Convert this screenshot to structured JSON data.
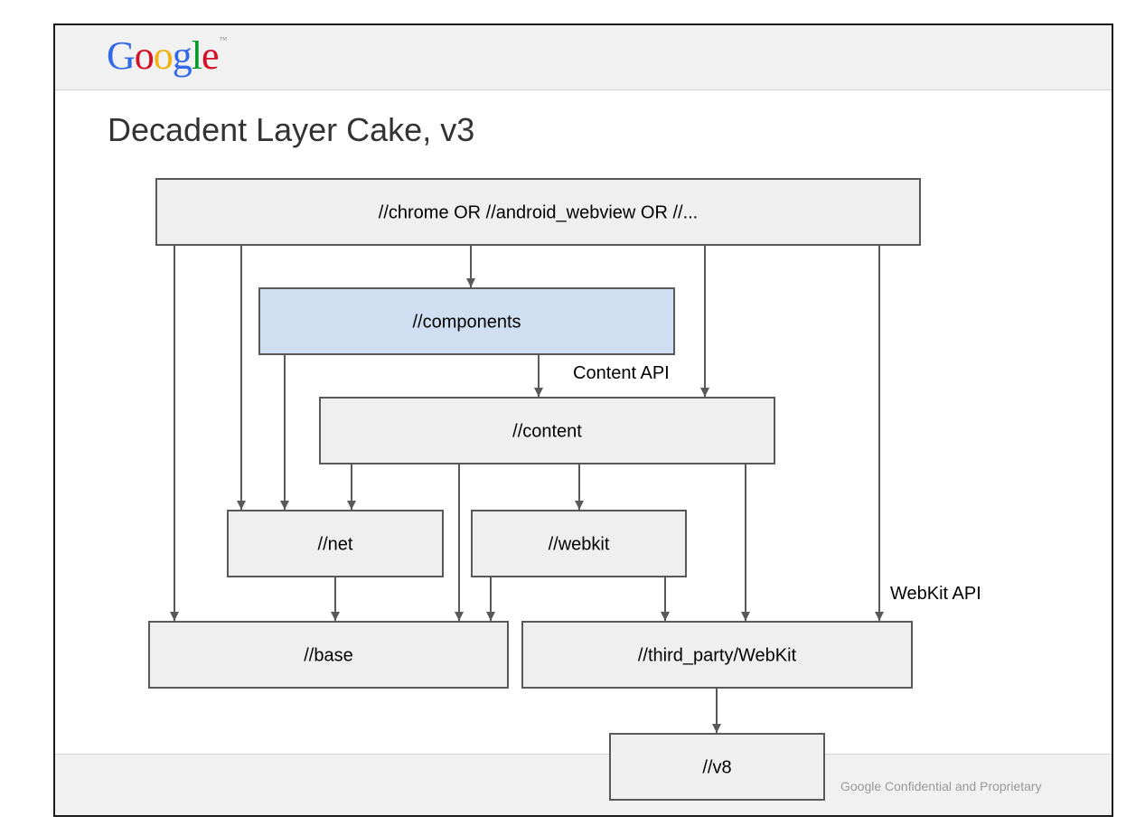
{
  "logo": {
    "letters": [
      "G",
      "o",
      "o",
      "g",
      "l",
      "e"
    ],
    "colors": [
      "#3369e8",
      "#d50f25",
      "#eeb211",
      "#3369e8",
      "#009925",
      "#d50f25"
    ],
    "trademark": "™"
  },
  "slide": {
    "title": "Decadent Layer Cake, v3"
  },
  "footer": {
    "text": "Google Confidential and Proprietary"
  },
  "colors": {
    "box_fill": "#efefef",
    "box_stroke": "#595959",
    "highlight_fill": "#cfdef0",
    "arrow": "#595959"
  },
  "diagram": {
    "nodes": {
      "chrome": {
        "label": "//chrome OR //android_webview OR //..."
      },
      "components": {
        "label": "//components",
        "highlight": true
      },
      "content": {
        "label": "//content"
      },
      "net": {
        "label": "//net"
      },
      "webkit": {
        "label": "//webkit"
      },
      "base": {
        "label": "//base"
      },
      "third_party": {
        "label": "//third_party/WebKit"
      },
      "v8": {
        "label": "//v8"
      }
    },
    "annotations": {
      "content_api": "Content API",
      "webkit_api": "WebKit API"
    },
    "edges": [
      {
        "from": "chrome",
        "to": "components"
      },
      {
        "from": "chrome",
        "to": "content"
      },
      {
        "from": "chrome",
        "to": "net"
      },
      {
        "from": "chrome",
        "to": "base"
      },
      {
        "from": "chrome",
        "to": "third_party"
      },
      {
        "from": "components",
        "to": "content"
      },
      {
        "from": "components",
        "to": "net"
      },
      {
        "from": "content",
        "to": "net"
      },
      {
        "from": "content",
        "to": "webkit"
      },
      {
        "from": "content",
        "to": "base"
      },
      {
        "from": "content",
        "to": "third_party"
      },
      {
        "from": "net",
        "to": "base"
      },
      {
        "from": "webkit",
        "to": "base"
      },
      {
        "from": "webkit",
        "to": "third_party"
      },
      {
        "from": "third_party",
        "to": "v8"
      }
    ]
  }
}
